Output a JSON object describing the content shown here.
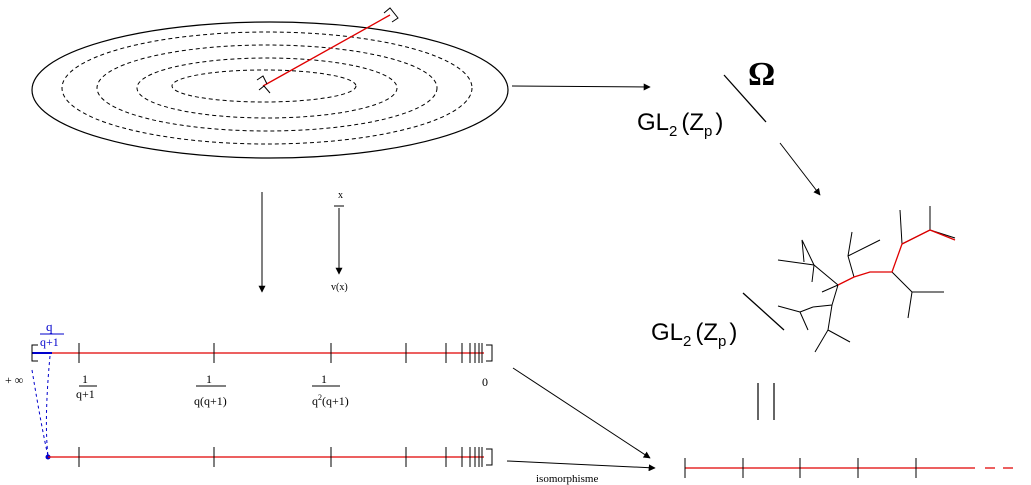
{
  "labels": {
    "omega": "Ω",
    "gl_top": "GL",
    "gl_top_sub": "2",
    "gl_top_arg": "(Z",
    "gl_top_arg_sub": "p",
    "gl_top_close": ")",
    "gl_mid": "GL",
    "gl_mid_sub": "2",
    "gl_mid_arg": "(Z",
    "gl_mid_arg_sub": "p",
    "gl_mid_close": ")",
    "x": "x",
    "vx": "v(x)",
    "isomorphisme": "isomorphisme",
    "plus_inf": "+ ∞",
    "zero": "0",
    "q_num": "q",
    "q_den": "q+1",
    "t1_num": "1",
    "t1_den": "q+1",
    "t2_num": "1",
    "t2_den": "q(q+1)",
    "t3_num": "1",
    "t3_den_pre": "q",
    "t3_den_sup": "2",
    "t3_den_post": "(q+1)"
  },
  "colors": {
    "line": "#000000",
    "highlight": "#e00000",
    "blue": "#0000cc"
  }
}
